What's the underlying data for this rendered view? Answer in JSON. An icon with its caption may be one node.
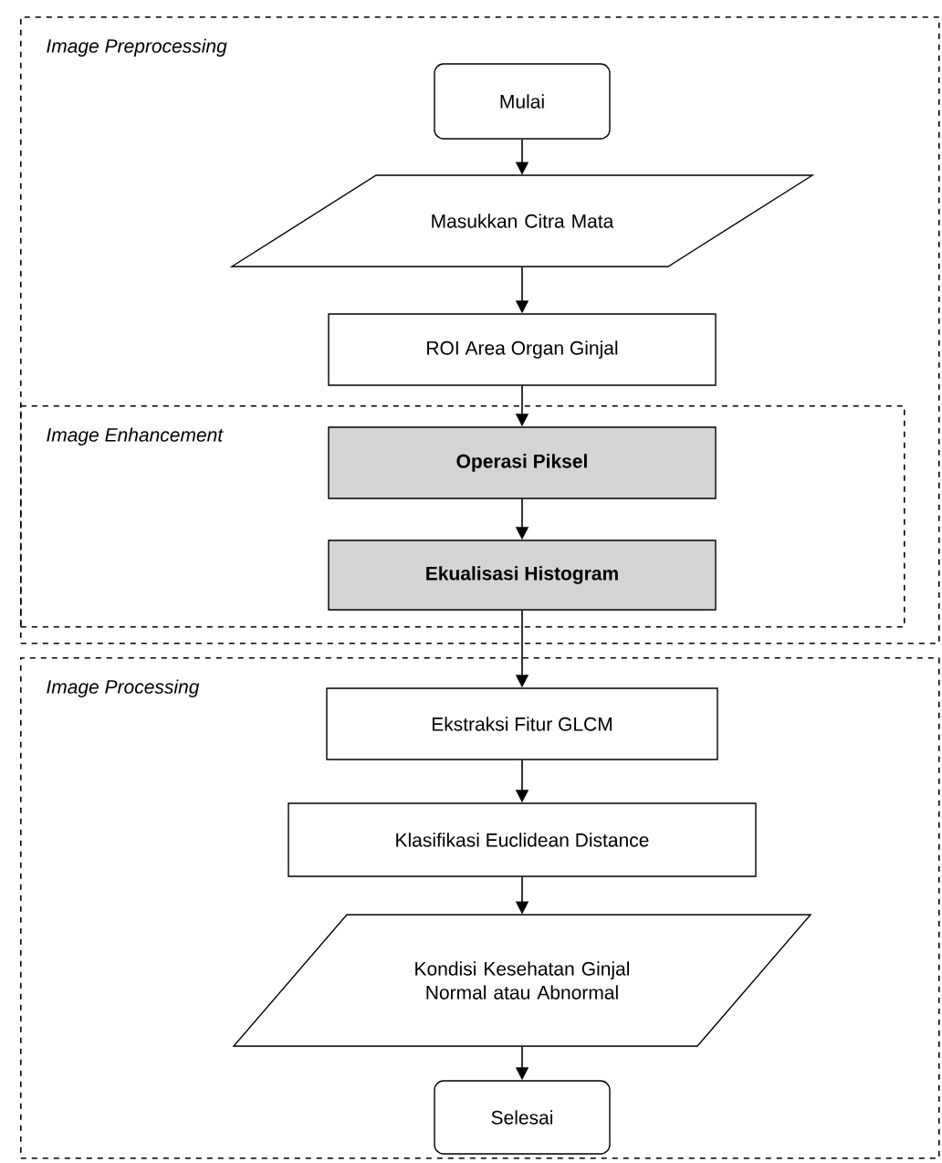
{
  "diagram": {
    "nodes": [
      {
        "text": [
          "Image Preprocessing"
        ]
      },
      {
        "text": [
          "Image Enhancement"
        ],
        "in": 0
      },
      {
        "text": [
          "Mulai"
        ],
        "in": 0
      },
      {
        "text": [
          "Masukkan Citra Mata"
        ],
        "in": 0
      },
      {
        "text": [
          "ROI Area Organ Ginjal"
        ],
        "in": 0
      },
      {
        "text": [
          "Operasi Piksel"
        ],
        "in": 1
      },
      {
        "text": [
          "Ekualisasi Histogram"
        ],
        "in": 1
      },
      {
        "text": [
          "Image Processing"
        ]
      },
      {
        "text": [
          "Ekstraksi Fitur GLCM"
        ],
        "in": 7
      },
      {
        "text": [
          "Klasifikasi Euclidean Distance"
        ],
        "in": 7
      },
      {
        "text": [
          "Kondisi Kesehatan Ginjal Normal atau Abnormal"
        ],
        "in": 7
      },
      {
        "text": [
          "Selesai"
        ],
        "in": 7
      }
    ],
    "edges": [
      {
        "from": 2,
        "to": 3,
        "arrow": "to"
      },
      {
        "from": 3,
        "to": 4,
        "arrow": "to"
      },
      {
        "from": 4,
        "to": 5,
        "arrow": "to"
      },
      {
        "from": 5,
        "to": 6,
        "arrow": "to"
      },
      {
        "from": 6,
        "to": 8,
        "arrow": "to"
      },
      {
        "from": 8,
        "to": 9,
        "arrow": "to"
      },
      {
        "from": 9,
        "to": 10,
        "arrow": "to"
      },
      {
        "from": 10,
        "to": 11,
        "arrow": "to"
      }
    ]
  }
}
